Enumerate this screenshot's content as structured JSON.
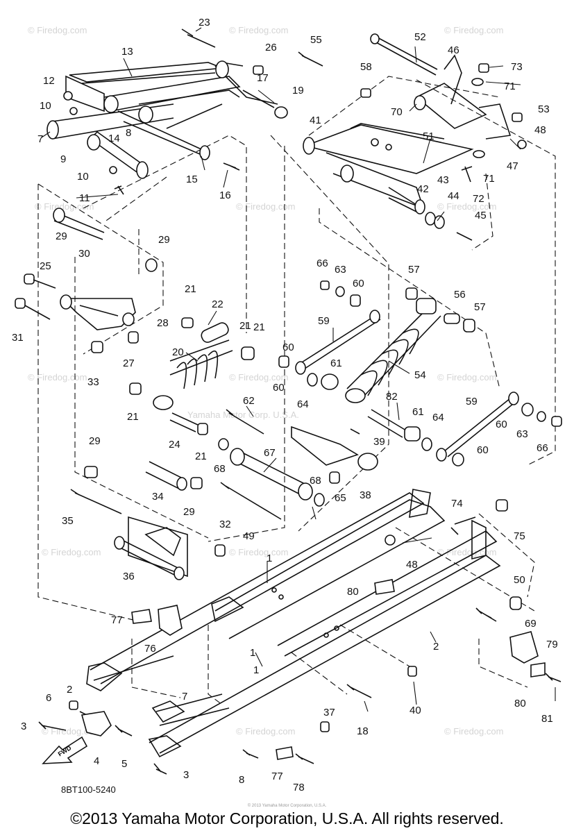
{
  "document": {
    "ref_code": "8BT100-5240",
    "copyright": "©2013 Yamaha Motor Corporation, U.S.A. All rights reserved.",
    "fine_print": "© 2013 Yamaha Motor Corporation, U.S.A.",
    "watermark": "© Firedog.com",
    "center_watermark": "Yamaha Motor Corp. U.S.A.",
    "fwd_label": "FWD"
  },
  "callouts": [
    {
      "n": "1"
    },
    {
      "n": "1"
    },
    {
      "n": "1"
    },
    {
      "n": "2"
    },
    {
      "n": "2"
    },
    {
      "n": "3"
    },
    {
      "n": "3"
    },
    {
      "n": "4"
    },
    {
      "n": "5"
    },
    {
      "n": "6"
    },
    {
      "n": "7"
    },
    {
      "n": "7"
    },
    {
      "n": "8"
    },
    {
      "n": "8"
    },
    {
      "n": "9"
    },
    {
      "n": "10"
    },
    {
      "n": "10"
    },
    {
      "n": "11"
    },
    {
      "n": "12"
    },
    {
      "n": "13"
    },
    {
      "n": "14"
    },
    {
      "n": "15"
    },
    {
      "n": "16"
    },
    {
      "n": "17"
    },
    {
      "n": "18"
    },
    {
      "n": "19"
    },
    {
      "n": "20"
    },
    {
      "n": "21"
    },
    {
      "n": "21"
    },
    {
      "n": "21"
    },
    {
      "n": "21"
    },
    {
      "n": "21"
    },
    {
      "n": "22"
    },
    {
      "n": "23"
    },
    {
      "n": "24"
    },
    {
      "n": "25"
    },
    {
      "n": "26"
    },
    {
      "n": "27"
    },
    {
      "n": "28"
    },
    {
      "n": "29"
    },
    {
      "n": "29"
    },
    {
      "n": "29"
    },
    {
      "n": "29"
    },
    {
      "n": "30"
    },
    {
      "n": "31"
    },
    {
      "n": "32"
    },
    {
      "n": "33"
    },
    {
      "n": "34"
    },
    {
      "n": "35"
    },
    {
      "n": "36"
    },
    {
      "n": "37"
    },
    {
      "n": "38"
    },
    {
      "n": "39"
    },
    {
      "n": "40"
    },
    {
      "n": "41"
    },
    {
      "n": "42"
    },
    {
      "n": "43"
    },
    {
      "n": "44"
    },
    {
      "n": "45"
    },
    {
      "n": "46"
    },
    {
      "n": "47"
    },
    {
      "n": "48"
    },
    {
      "n": "48"
    },
    {
      "n": "49"
    },
    {
      "n": "50"
    },
    {
      "n": "51"
    },
    {
      "n": "52"
    },
    {
      "n": "53"
    },
    {
      "n": "54"
    },
    {
      "n": "55"
    },
    {
      "n": "56"
    },
    {
      "n": "57"
    },
    {
      "n": "57"
    },
    {
      "n": "58"
    },
    {
      "n": "59"
    },
    {
      "n": "59"
    },
    {
      "n": "60"
    },
    {
      "n": "60"
    },
    {
      "n": "60"
    },
    {
      "n": "60"
    },
    {
      "n": "60"
    },
    {
      "n": "61"
    },
    {
      "n": "61"
    },
    {
      "n": "62"
    },
    {
      "n": "63"
    },
    {
      "n": "63"
    },
    {
      "n": "64"
    },
    {
      "n": "64"
    },
    {
      "n": "65"
    },
    {
      "n": "66"
    },
    {
      "n": "66"
    },
    {
      "n": "67"
    },
    {
      "n": "68"
    },
    {
      "n": "68"
    },
    {
      "n": "69"
    },
    {
      "n": "70"
    },
    {
      "n": "71"
    },
    {
      "n": "71"
    },
    {
      "n": "72"
    },
    {
      "n": "73"
    },
    {
      "n": "74"
    },
    {
      "n": "75"
    },
    {
      "n": "76"
    },
    {
      "n": "77"
    },
    {
      "n": "77"
    },
    {
      "n": "78"
    },
    {
      "n": "79"
    },
    {
      "n": "80"
    },
    {
      "n": "80"
    },
    {
      "n": "81"
    },
    {
      "n": "82"
    }
  ]
}
